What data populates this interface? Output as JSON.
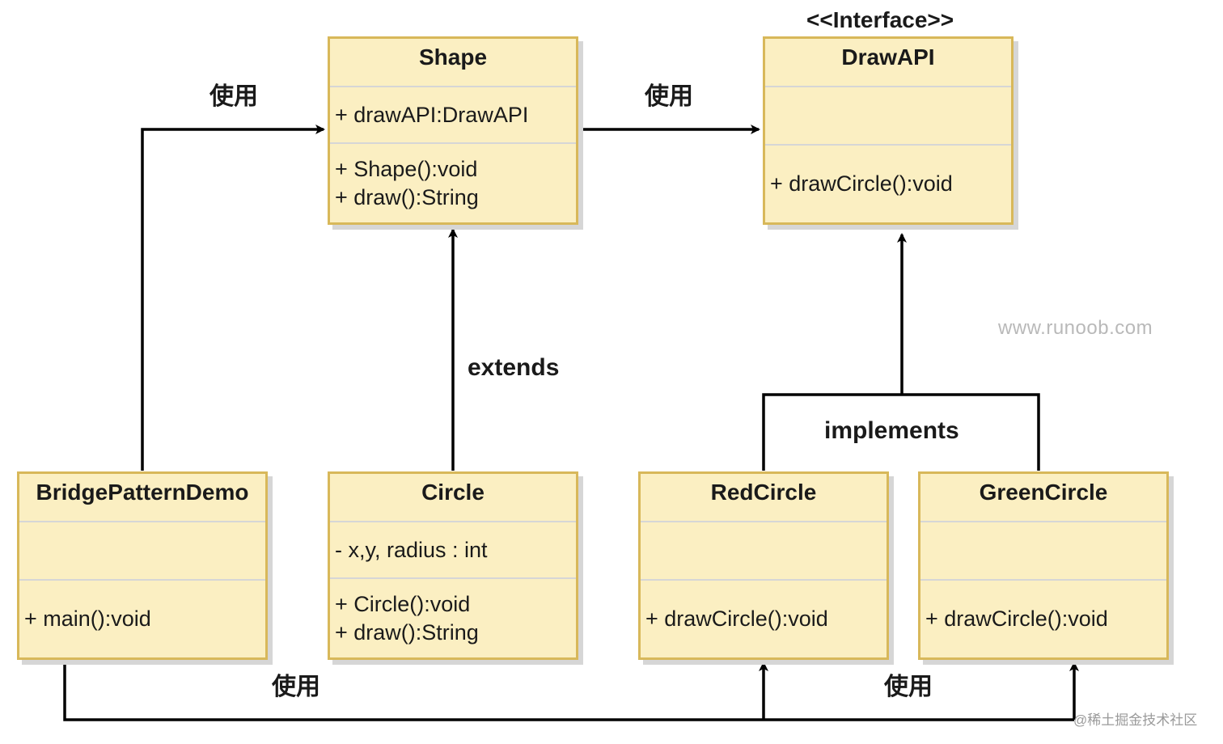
{
  "classes": {
    "shape": {
      "name": "Shape",
      "attributes": [
        "+ drawAPI:DrawAPI"
      ],
      "methods": [
        "+ Shape():void",
        "+ draw():String"
      ]
    },
    "drawapi": {
      "stereotype": "<<Interface>>",
      "name": "DrawAPI",
      "attributes": [],
      "methods": [
        "+ drawCircle():void"
      ]
    },
    "bridge_pattern_demo": {
      "name": "BridgePatternDemo",
      "attributes": [],
      "methods": [
        "+ main():void"
      ]
    },
    "circle": {
      "name": "Circle",
      "attributes": [
        "- x,y, radius : int"
      ],
      "methods": [
        "+ Circle():void",
        "+ draw():String"
      ]
    },
    "red_circle": {
      "name": "RedCircle",
      "attributes": [],
      "methods": [
        "+ drawCircle():void"
      ]
    },
    "green_circle": {
      "name": "GreenCircle",
      "attributes": [],
      "methods": [
        "+ drawCircle():void"
      ]
    }
  },
  "relations": {
    "demo_uses_shape": "使用",
    "shape_uses_drawapi": "使用",
    "circle_extends_shape": "extends",
    "circles_implement_drawapi": "implements",
    "demo_uses_red_circle": "使用",
    "demo_uses_green_circle": "使用"
  },
  "watermark": "www.runoob.com",
  "corner_credit": "@稀土掘金技术社区",
  "colors": {
    "class_fill": "#fbefc2",
    "class_border": "#d8b85a",
    "divider": "#d6d6d6",
    "line": "#000000"
  }
}
